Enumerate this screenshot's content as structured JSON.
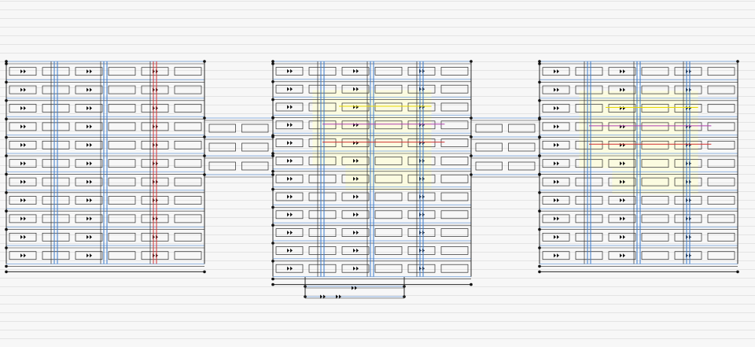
{
  "diagram": {
    "kind": "circuit-schematic",
    "colors": {
      "background": "#f7f7f7",
      "grid": "#e4e4e4",
      "wire": "#2b2b2b",
      "bus": "#3a78c8",
      "bus_light": "#8fb3e0",
      "highlight": "#fbfbe0",
      "red": "#d23030",
      "magenta": "#b040b0",
      "yellow": "#e8d800",
      "node": "#111111"
    },
    "blocks": [
      {
        "id": "left-array",
        "rows": 11,
        "cols": 6,
        "columns": 3,
        "highlighted": false,
        "red_column": 2
      },
      {
        "id": "center-array",
        "rows": 12,
        "cols": 6,
        "columns": 3,
        "highlighted": true,
        "red_column": -1
      },
      {
        "id": "right-array",
        "rows": 11,
        "cols": 6,
        "columns": 3,
        "highlighted": true,
        "red_column": -1
      }
    ],
    "bridges": [
      {
        "id": "bridge-left-center",
        "rows": 3
      },
      {
        "id": "bridge-center-right",
        "rows": 3
      }
    ]
  }
}
